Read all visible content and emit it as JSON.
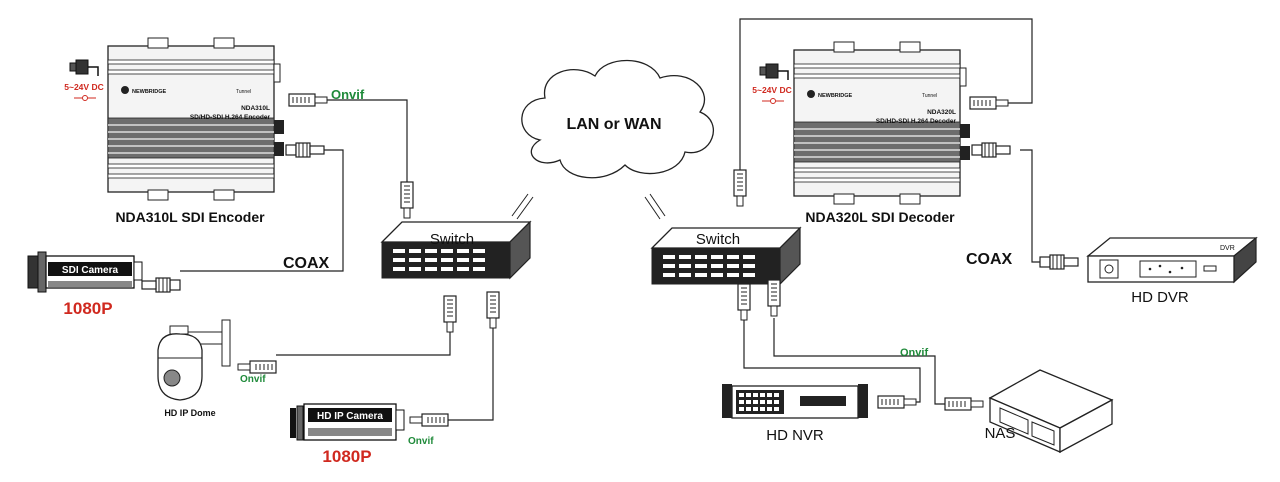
{
  "colors": {
    "line": "#222222",
    "device_fill": "#f4f4f4",
    "device_dark": "#6d6d6d",
    "onvif_text": "#1f8a3a",
    "resolution_text": "#d0291f",
    "power_text": "#d0291f"
  },
  "encoder": {
    "name": "NDA310L SDI Encoder",
    "model": "NDA310L",
    "description": "SD/HD-SDI H.264 Encoder",
    "brand": "NEWBRIDGE",
    "power": "5~24V DC",
    "port_label": "Tunnel"
  },
  "decoder": {
    "name": "NDA320L SDI Decoder",
    "model": "NDA320L",
    "description": "SD/HD-SDI H.264 Decoder",
    "brand": "NEWBRIDGE",
    "power": "5~24V DC",
    "port_label": "Tunnel"
  },
  "network": {
    "cloud_label": "LAN or WAN"
  },
  "switches": {
    "left_label": "Switch",
    "right_label": "Switch"
  },
  "sdi_camera": {
    "label": "SDI Camera",
    "resolution": "1080P"
  },
  "coax": {
    "left_label": "COAX",
    "right_label": "COAX"
  },
  "ip_dome": {
    "label": "HD IP Dome",
    "protocol": "Onvif"
  },
  "ip_camera": {
    "label": "HD IP Camera",
    "resolution": "1080P",
    "protocol": "Onvif"
  },
  "encoder_link": {
    "protocol": "Onvif"
  },
  "nvr": {
    "label": "HD NVR"
  },
  "nas": {
    "label": "NAS",
    "protocol": "Onvif"
  },
  "dvr": {
    "label": "HD DVR",
    "badge": "DVR"
  }
}
